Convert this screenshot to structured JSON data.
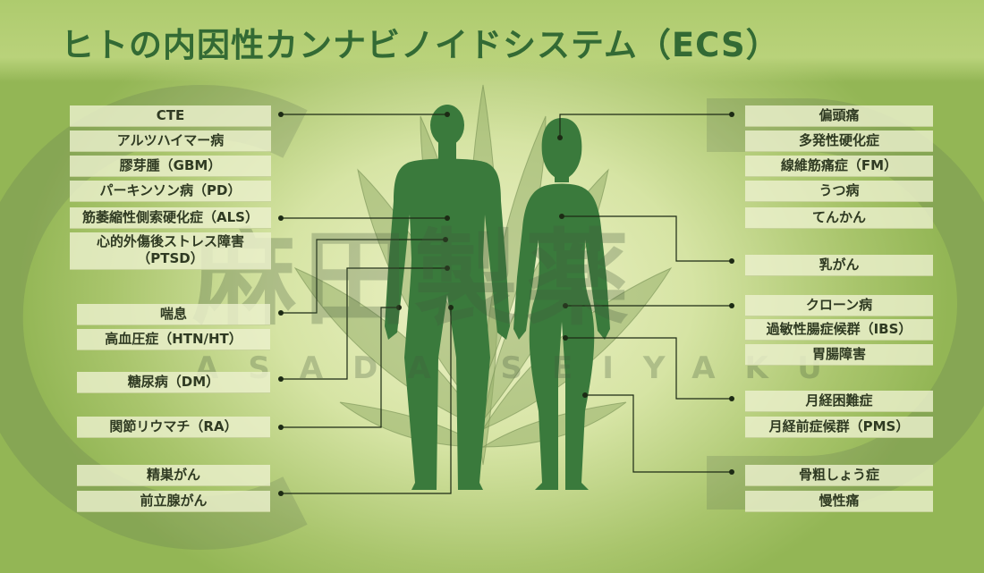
{
  "title": "ヒトの内因性カンナビノイドシステム（ECS）",
  "watermark": {
    "kanji": "麻田製薬",
    "roman": "ASADA SEIYAKU"
  },
  "colors": {
    "title": "#336a34",
    "silhouette": "#3a7a3c",
    "leaf": "#8fae62",
    "connector": "#1c2a14"
  },
  "left_labels": [
    {
      "id": "cte",
      "text": "CTE"
    },
    {
      "id": "alzheimers",
      "text": "アルツハイマー病"
    },
    {
      "id": "gbm",
      "text": "膠芽腫（GBM）"
    },
    {
      "id": "pd",
      "text": "パーキンソン病（PD）"
    },
    {
      "id": "als",
      "text": "筋萎縮性側索硬化症（ALS）"
    },
    {
      "id": "ptsd",
      "text": "心的外傷後ストレス障害\n（PTSD）"
    },
    {
      "id": "asthma",
      "text": "喘息"
    },
    {
      "id": "htn",
      "text": "高血圧症（HTN/HT）"
    },
    {
      "id": "dm",
      "text": "糖尿病（DM）"
    },
    {
      "id": "ra",
      "text": "関節リウマチ（RA）"
    },
    {
      "id": "testicular",
      "text": "精巣がん"
    },
    {
      "id": "prostate",
      "text": "前立腺がん"
    }
  ],
  "right_labels": [
    {
      "id": "migraine",
      "text": "偏頭痛"
    },
    {
      "id": "ms",
      "text": "多発性硬化症"
    },
    {
      "id": "fm",
      "text": "線維筋痛症（FM）"
    },
    {
      "id": "depression",
      "text": "うつ病"
    },
    {
      "id": "epilepsy",
      "text": "てんかん"
    },
    {
      "id": "breast",
      "text": "乳がん"
    },
    {
      "id": "crohns",
      "text": "クローン病"
    },
    {
      "id": "ibs",
      "text": "過敏性腸症候群（IBS）"
    },
    {
      "id": "gi",
      "text": "胃腸障害"
    },
    {
      "id": "dysmenorrhea",
      "text": "月経困難症"
    },
    {
      "id": "pms",
      "text": "月経前症候群（PMS）"
    },
    {
      "id": "osteoporosis",
      "text": "骨粗しょう症"
    },
    {
      "id": "chronic_pain",
      "text": "慢性痛"
    }
  ]
}
